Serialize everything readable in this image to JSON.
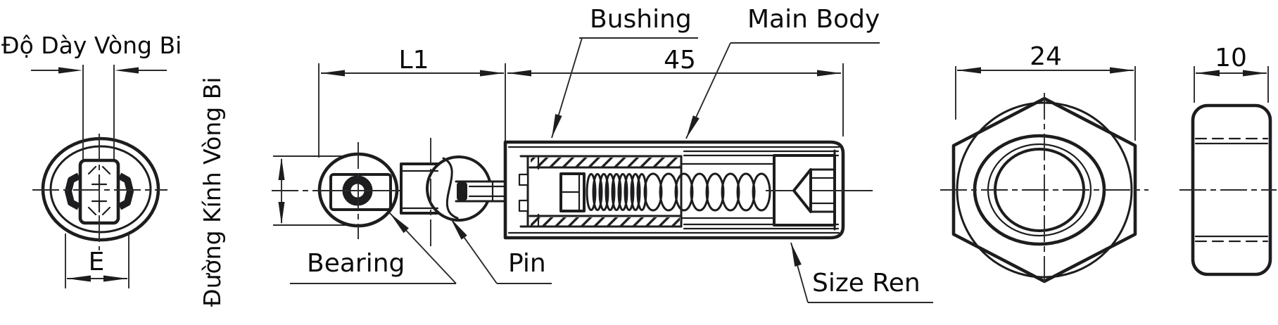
{
  "views": {
    "bearing_front": {
      "thickness_label": "Độ Dày Vòng Bi",
      "width_dim": "E"
    },
    "assembly": {
      "diameter_label": "Đường Kính Vòng Bi",
      "l1_dim": "L1",
      "body_length_dim": "45",
      "bushing_label": "Bushing",
      "main_body_label": "Main Body",
      "bearing_label": "Bearing",
      "pin_label": "Pin",
      "thread_label": "Size Ren"
    },
    "nut_front": {
      "across_flats_dim": "24"
    },
    "nut_side": {
      "thickness_dim": "10"
    }
  },
  "colors": {
    "line": "#1d1d1f",
    "background": "#ffffff"
  }
}
